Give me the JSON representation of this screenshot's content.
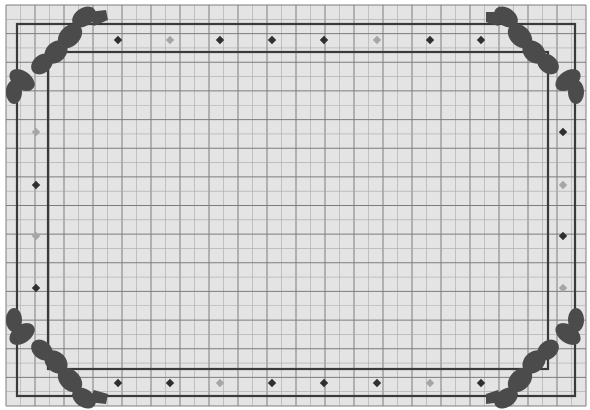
{
  "pattern": {
    "kind": "cross-stitch border chart",
    "grid": {
      "columns": 40,
      "rows": 28,
      "fine_line_color": "#a9a9a9",
      "bold_every": 2,
      "bold_line_color": "#7c7c7c"
    },
    "paper_color": "#e4e4e4",
    "frame_color": "#3a3a3a",
    "motif_color": "#4b4b4b",
    "dot_colors": {
      "dark": "#2f2f2f",
      "light": "#a6a6a6"
    },
    "top_row_dots": [
      "dark",
      "light",
      "dark",
      "dark",
      "dark",
      "light",
      "dark",
      "dark"
    ],
    "bottom_row_dots": [
      "dark",
      "dark",
      "light",
      "dark",
      "dark",
      "dark",
      "light",
      "dark"
    ],
    "left_column_dots": [
      "light",
      "dark",
      "light",
      "dark"
    ],
    "right_column_dots": [
      "dark",
      "light",
      "dark",
      "light"
    ],
    "corner_motifs": [
      "top-left",
      "top-right",
      "bottom-left",
      "bottom-right"
    ]
  }
}
